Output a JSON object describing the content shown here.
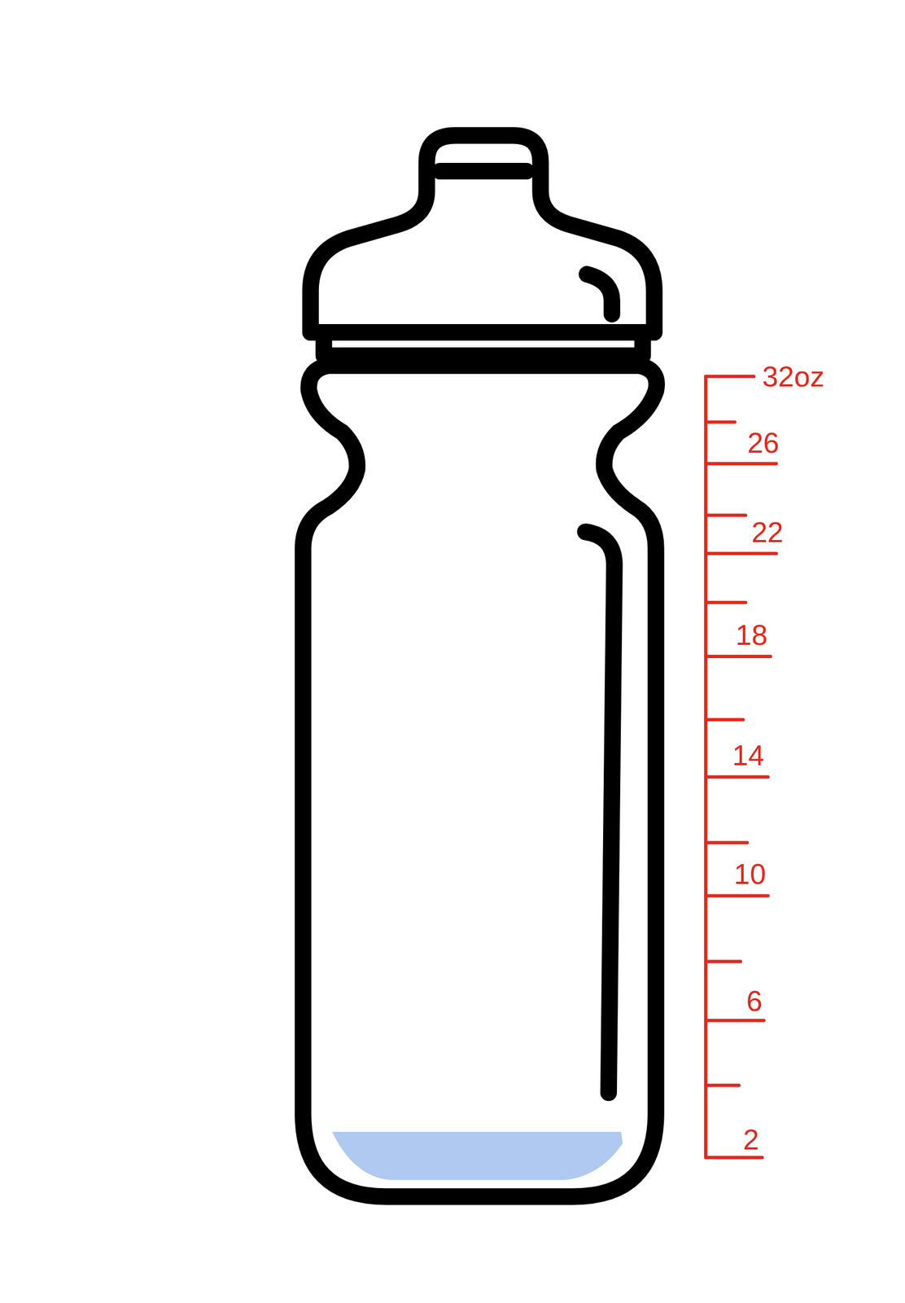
{
  "diagram": {
    "labels": [
      "32oz",
      "26",
      "22",
      "18",
      "14",
      "10",
      "6",
      "2"
    ]
  }
}
